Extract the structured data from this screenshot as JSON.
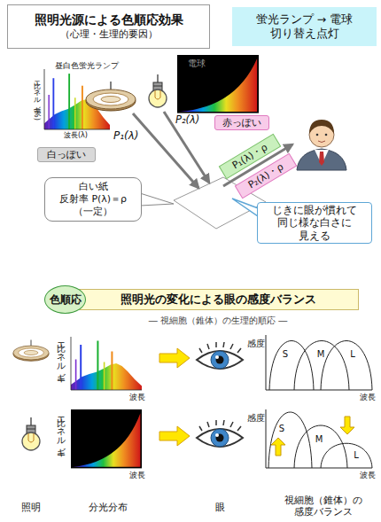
{
  "diagram": {
    "nodes": [
      {
        "text": [
          "照明光源による色順応効果",
          "（心理・生理的要因）"
        ]
      },
      {
        "text": [
          "蛍光ランプ → 電球 切り替え点灯"
        ]
      },
      {
        "text": [
          "白っぽい"
        ]
      },
      {
        "text": [
          "赤っぽい"
        ]
      },
      {
        "text": [
          "白い紙",
          "反射率 P(λ)＝ρ（一定）"
        ]
      },
      {
        "text": [
          "P₁(λ)・ρ"
        ]
      },
      {
        "text": [
          "P₂(λ)・ρ"
        ]
      },
      {
        "text": [
          "じきに眼が慣れて 同じ様な白さに 見える"
        ]
      },
      {
        "text": [
          "色順応"
        ]
      },
      {
        "text": [
          "照明光の変化による眼の感度バランス"
        ]
      }
    ],
    "labels": [
      "昼白色蛍光ランプ",
      "比エネルギー(%)",
      "波長(λ)",
      "P₁(λ)",
      "電球",
      "P₂(λ)",
      "― 視細胞（錐体）の生理的順応 ―",
      "比エネルギー",
      "波長",
      "感度",
      "S",
      "M",
      "L",
      "波長",
      "比エネルギー",
      "波長",
      "感度",
      "S",
      "M",
      "L",
      "波長",
      "照明",
      "分光分布",
      "眼",
      "視細胞（錐体）の 感度バランス"
    ]
  }
}
